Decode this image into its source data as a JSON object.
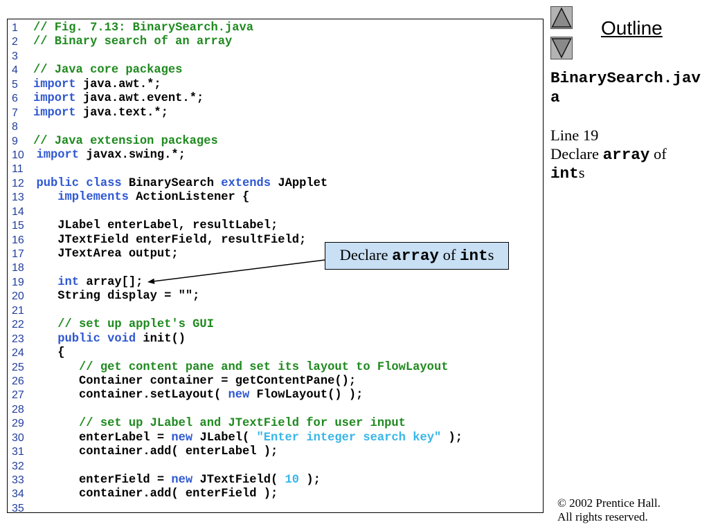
{
  "slide": {
    "title": "Outline",
    "copyright_line1": "© 2002 Prentice Hall.",
    "copyright_line2": "All rights reserved."
  },
  "nav": {
    "previous_icon": "triangle-up-icon",
    "next_icon": "triangle-down-icon"
  },
  "sidebar": {
    "filename": "BinarySearch.java",
    "line_ref": "Line 19",
    "note": {
      "prefix": "Declare ",
      "code1": "array",
      "middle": " of ",
      "code2": "int",
      "suffix": "s"
    }
  },
  "callout": {
    "prefix": "Declare ",
    "code1": "array",
    "middle": " of ",
    "code2": "int",
    "suffix": "s"
  },
  "colors": {
    "comment": "#1f8a1f",
    "keyword": "#2f58d1",
    "string": "#38b6e8",
    "line_number": "#213e9c",
    "code_text": "#000000",
    "callout_fill": "#c8dff4"
  },
  "code": {
    "lines": [
      {
        "number": "1",
        "tokens": [
          {
            "comment": "// Fig. 7.13: BinarySearch.java"
          }
        ]
      },
      {
        "number": "2",
        "tokens": [
          {
            "comment": "// Binary search of an array"
          }
        ]
      },
      {
        "number": "3",
        "tokens": []
      },
      {
        "number": "4",
        "tokens": [
          {
            "comment": "// Java core packages"
          }
        ]
      },
      {
        "number": "5",
        "tokens": [
          {
            "keyword": "import"
          },
          {
            "text": " java.awt.*;"
          }
        ]
      },
      {
        "number": "6",
        "tokens": [
          {
            "keyword": "import"
          },
          {
            "text": " java.awt.event.*;"
          }
        ]
      },
      {
        "number": "7",
        "tokens": [
          {
            "keyword": "import"
          },
          {
            "text": " java.text.*;"
          }
        ]
      },
      {
        "number": "8",
        "tokens": []
      },
      {
        "number": "9",
        "tokens": [
          {
            "comment": "// Java extension packages"
          }
        ]
      },
      {
        "number": "10",
        "tokens": [
          {
            "keyword": "import"
          },
          {
            "text": " javax.swing.*;"
          }
        ]
      },
      {
        "number": "11",
        "tokens": []
      },
      {
        "number": "12",
        "tokens": [
          {
            "keyword": "public"
          },
          {
            "text": " "
          },
          {
            "keyword": "class"
          },
          {
            "text": " BinarySearch "
          },
          {
            "keyword": "extends"
          },
          {
            "text": " JApplet"
          }
        ]
      },
      {
        "number": "13",
        "tokens": [
          {
            "text": "   "
          },
          {
            "keyword": "implements"
          },
          {
            "text": " ActionListener {"
          }
        ]
      },
      {
        "number": "14",
        "tokens": []
      },
      {
        "number": "15",
        "tokens": [
          {
            "text": "   JLabel enterLabel, resultLabel;"
          }
        ]
      },
      {
        "number": "16",
        "tokens": [
          {
            "text": "   JTextField enterField, resultField;"
          }
        ]
      },
      {
        "number": "17",
        "tokens": [
          {
            "text": "   JTextArea output;"
          }
        ]
      },
      {
        "number": "18",
        "tokens": []
      },
      {
        "number": "19",
        "tokens": [
          {
            "text": "   "
          },
          {
            "keyword": "int"
          },
          {
            "text": " array[];"
          }
        ]
      },
      {
        "number": "20",
        "tokens": [
          {
            "text": "   String display = \"\";"
          }
        ]
      },
      {
        "number": "21",
        "tokens": []
      },
      {
        "number": "22",
        "tokens": [
          {
            "comment": "   // set up applet's GUI"
          }
        ]
      },
      {
        "number": "23",
        "tokens": [
          {
            "text": "   "
          },
          {
            "keyword": "public"
          },
          {
            "text": " "
          },
          {
            "keyword": "void"
          },
          {
            "text": " init()"
          }
        ]
      },
      {
        "number": "24",
        "tokens": [
          {
            "text": "   {"
          }
        ]
      },
      {
        "number": "25",
        "tokens": [
          {
            "comment": "      // get content pane and set its layout to FlowLayout"
          }
        ]
      },
      {
        "number": "26",
        "tokens": [
          {
            "text": "      Container container = getContentPane();"
          }
        ]
      },
      {
        "number": "27",
        "tokens": [
          {
            "text": "      container.setLayout( "
          },
          {
            "keyword": "new"
          },
          {
            "text": " FlowLayout() );"
          }
        ]
      },
      {
        "number": "28",
        "tokens": []
      },
      {
        "number": "29",
        "tokens": [
          {
            "comment": "      // set up JLabel and JTextField for user input"
          }
        ]
      },
      {
        "number": "30",
        "tokens": [
          {
            "text": "      enterLabel = "
          },
          {
            "keyword": "new"
          },
          {
            "text": " JLabel( "
          },
          {
            "string": "\"Enter integer search key\""
          },
          {
            "text": " );"
          }
        ]
      },
      {
        "number": "31",
        "tokens": [
          {
            "text": "      container.add( enterLabel );"
          }
        ]
      },
      {
        "number": "32",
        "tokens": []
      },
      {
        "number": "33",
        "tokens": [
          {
            "text": "      enterField = "
          },
          {
            "keyword": "new"
          },
          {
            "text": " JTextField( "
          },
          {
            "string": "10"
          },
          {
            "text": " );"
          }
        ]
      },
      {
        "number": "34",
        "tokens": [
          {
            "text": "      container.add( enterField );"
          }
        ]
      },
      {
        "number": "35",
        "tokens": []
      }
    ]
  }
}
